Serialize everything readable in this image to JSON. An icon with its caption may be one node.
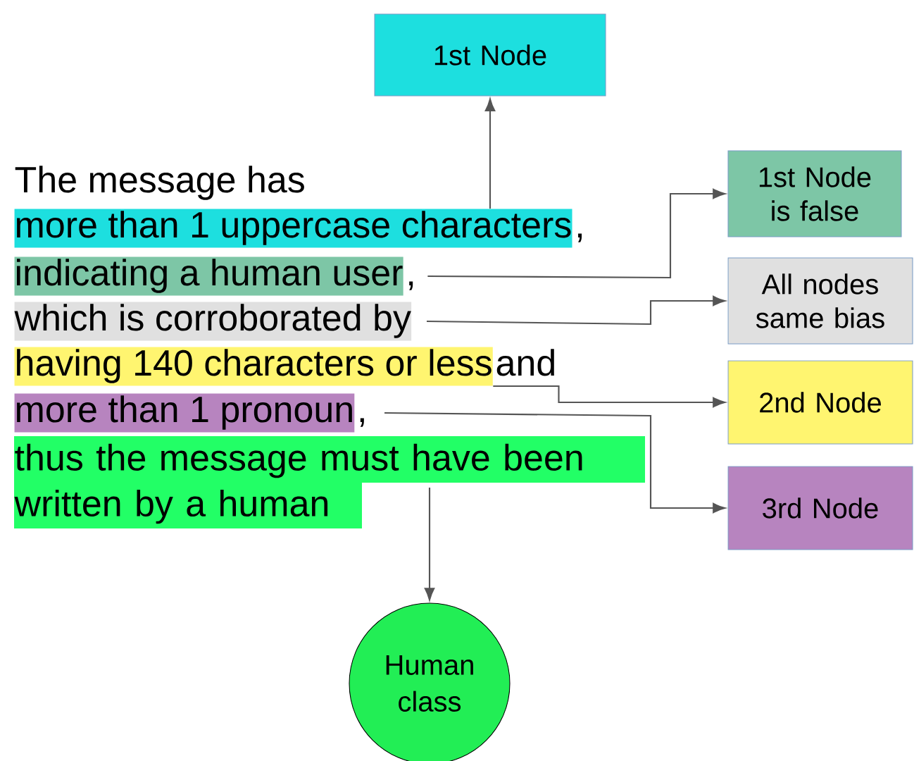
{
  "diagram": {
    "nodes": [
      {
        "text": [
          "1st Node"
        ]
      },
      {
        "text": [
          "1st Node is false"
        ]
      },
      {
        "text": [
          "All nodes same bias"
        ]
      },
      {
        "text": [
          "2nd Node"
        ]
      },
      {
        "text": [
          "3rd Node"
        ]
      },
      {
        "text": [
          "Human class"
        ]
      },
      {
        "text": [
          "The message has"
        ]
      },
      {
        "text": [
          "more than 1 uppercase characters"
        ],
        "beside": [
          ","
        ]
      },
      {
        "text": [
          "indicating a human user"
        ],
        "beside": [
          ","
        ]
      },
      {
        "text": [
          "which is corroborated by"
        ]
      },
      {
        "text": [
          "having 140 characters or less"
        ],
        "beside": [
          "and"
        ]
      },
      {
        "text": [
          "more than 1 pronoun"
        ],
        "beside": [
          ","
        ]
      },
      {
        "text": [
          "thus the message must have been written by a human"
        ]
      }
    ],
    "edges": [
      {
        "from": 7,
        "to": 0,
        "arrow": "to"
      },
      {
        "from": 8,
        "to": 1,
        "arrow": "to"
      },
      {
        "from": 9,
        "to": 2,
        "arrow": "to"
      },
      {
        "from": 10,
        "to": 3,
        "arrow": "to"
      },
      {
        "from": 11,
        "to": 4,
        "arrow": "to"
      },
      {
        "from": 12,
        "to": 5,
        "arrow": "to"
      }
    ]
  }
}
